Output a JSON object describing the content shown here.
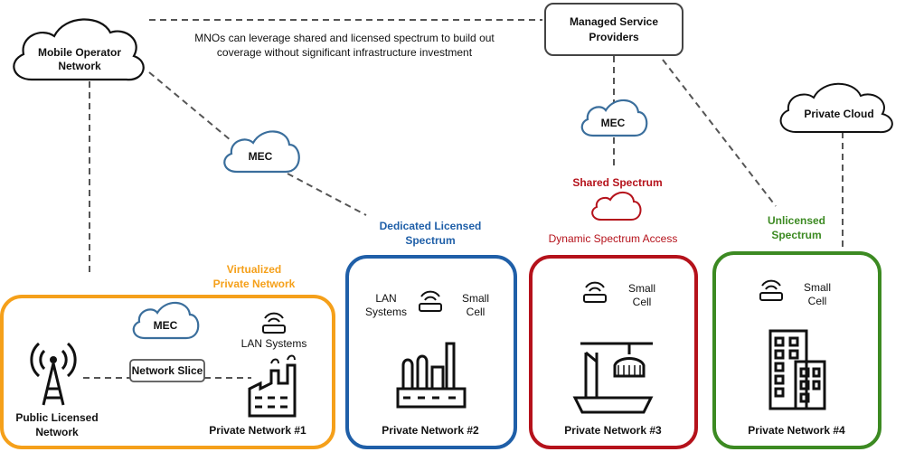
{
  "mobile_operator_network": {
    "line1": "Mobile Operator",
    "line2": "Network"
  },
  "note": {
    "line1": "MNOs can leverage shared and licensed spectrum to build out",
    "line2": "coverage without significant infrastructure investment"
  },
  "managed_service_providers": {
    "line1": "Managed Service",
    "line2": "Providers"
  },
  "private_cloud": "Private Cloud",
  "mec_label": "MEC",
  "shared_spectrum": {
    "title": "Shared Spectrum",
    "subtitle": "Dynamic Spectrum Access"
  },
  "dedicated_spectrum": {
    "line1": "Dedicated Licensed",
    "line2": "Spectrum"
  },
  "unlicensed_spectrum": {
    "line1": "Unlicensed",
    "line2": "Spectrum"
  },
  "virtualized_network": {
    "line1": "Virtualized",
    "line2": "Private Network"
  },
  "network_slice": "Network Slice",
  "public_network": {
    "line1": "Public Licensed",
    "line2": "Network"
  },
  "lan_systems": "LAN Systems",
  "lan_systems_2": {
    "line1": "LAN",
    "line2": "Systems"
  },
  "small_cell": {
    "line1": "Small",
    "line2": "Cell"
  },
  "private_networks": [
    "Private Network #1",
    "Private Network #2",
    "Private Network #3",
    "Private Network #4"
  ],
  "colors": {
    "orange": "#F5A01A",
    "blue": "#1F5FA8",
    "red": "#B5121B",
    "green": "#3C8A22",
    "mec_blue": "#3A6E9C",
    "dash": "#555555"
  },
  "icons": [
    "cell-tower-icon",
    "wifi-router-icon",
    "factory-icon",
    "industrial-plant-icon",
    "port-crane-icon",
    "office-building-icon",
    "cloud-icon"
  ]
}
